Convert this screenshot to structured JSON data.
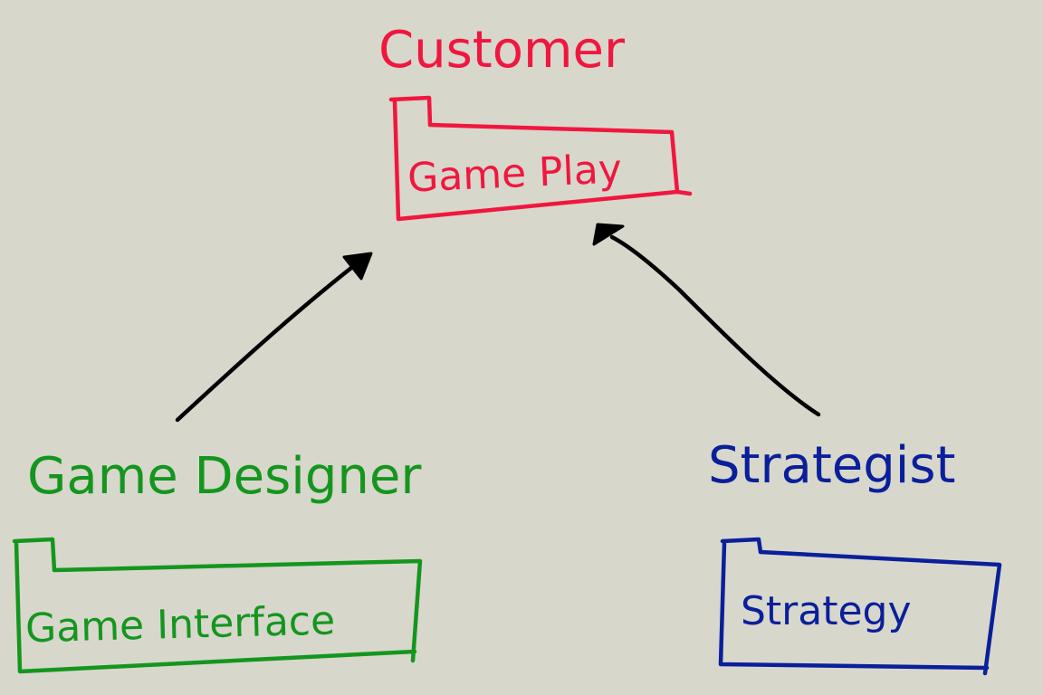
{
  "colors": {
    "background": "#d8d7cc",
    "customer": "#f0173f",
    "designer": "#14961e",
    "strategist": "#0a1f9a",
    "arrow": "#000000"
  },
  "roles": {
    "customer": {
      "label": "Customer",
      "package": "Game Play"
    },
    "designer": {
      "label": "Game Designer",
      "package": "Game Interface"
    },
    "strategist": {
      "label": "Strategist",
      "package": "Strategy"
    }
  },
  "edges": [
    {
      "from": "designer",
      "to": "customer"
    },
    {
      "from": "strategist",
      "to": "customer"
    }
  ]
}
